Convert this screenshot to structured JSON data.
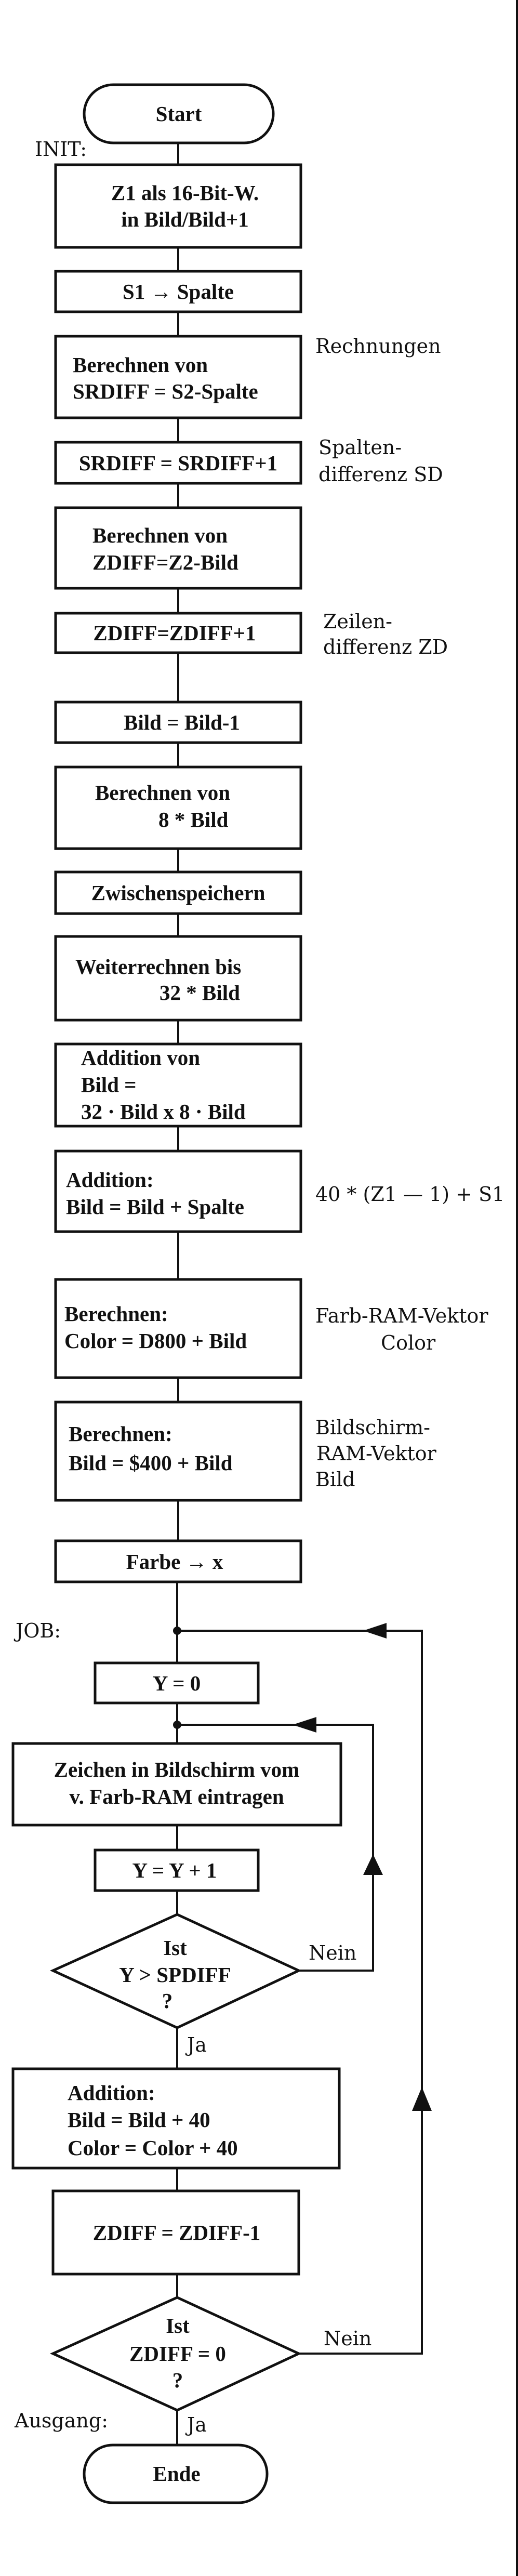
{
  "flowchart": {
    "start": "Start",
    "end": "Ende",
    "labels": {
      "init": "INIT:",
      "job": "JOB:",
      "exit": "Ausgang:"
    },
    "boxes": [
      {
        "lines": [
          "Z1 als 16-Bit-W.",
          "in Bild/Bild+1"
        ]
      },
      {
        "lines": [
          "S1 → Spalte"
        ]
      },
      {
        "lines": [
          "Berechnen von",
          "SRDIFF = S2-Spalte"
        ]
      },
      {
        "lines": [
          "SRDIFF = SRDIFF+1"
        ]
      },
      {
        "lines": [
          "Berechnen von",
          "ZDIFF=Z2-Bild"
        ]
      },
      {
        "lines": [
          "ZDIFF=ZDIFF+1"
        ]
      },
      {
        "lines": [
          "Bild = Bild-1"
        ]
      },
      {
        "lines": [
          "Berechnen von",
          "8 * Bild"
        ]
      },
      {
        "lines": [
          "Zwischenspeichern"
        ]
      },
      {
        "lines": [
          "Weiterrechnen bis",
          "32 * Bild"
        ]
      },
      {
        "lines": [
          "Addition von",
          "Bild =",
          "32 · Bild x 8 · Bild"
        ]
      },
      {
        "lines": [
          "Addition:",
          "Bild = Bild + Spalte"
        ]
      },
      {
        "lines": [
          "Berechnen:",
          "Color = D800 + Bild"
        ]
      },
      {
        "lines": [
          "Berechnen:",
          "Bild = $400 + Bild"
        ]
      },
      {
        "lines": [
          "Farbe → x"
        ]
      },
      {
        "lines": [
          "Y = 0"
        ]
      },
      {
        "lines": [
          "Zeichen in Bildschirm vom",
          "v. Farb-RAM eintragen"
        ]
      },
      {
        "lines": [
          "Y = Y + 1"
        ]
      },
      {
        "lines": [
          "Addition:",
          "Bild = Bild + 40",
          "Color = Color + 40"
        ]
      },
      {
        "lines": [
          "ZDIFF = ZDIFF-1"
        ]
      }
    ],
    "decisions": [
      {
        "lines": [
          "Ist",
          "Y > SPDIFF",
          "?"
        ],
        "yes": "Ja",
        "no": "Nein"
      },
      {
        "lines": [
          "Ist",
          "ZDIFF = 0",
          "?"
        ],
        "yes": "Ja",
        "no": "Nein"
      }
    ],
    "annotations": {
      "rechnungen": "Rechnungen",
      "spalten": [
        "Spalten-",
        "differenz SD"
      ],
      "zeilen": [
        "Zeilen-",
        "differenz ZD"
      ],
      "formula": "40 * (Z1 — 1) + S1",
      "farb": [
        "Farb-RAM-Vektor",
        "Color"
      ],
      "bildschirm": [
        "Bildschirm-",
        "RAM-Vektor",
        "Bild"
      ]
    }
  }
}
